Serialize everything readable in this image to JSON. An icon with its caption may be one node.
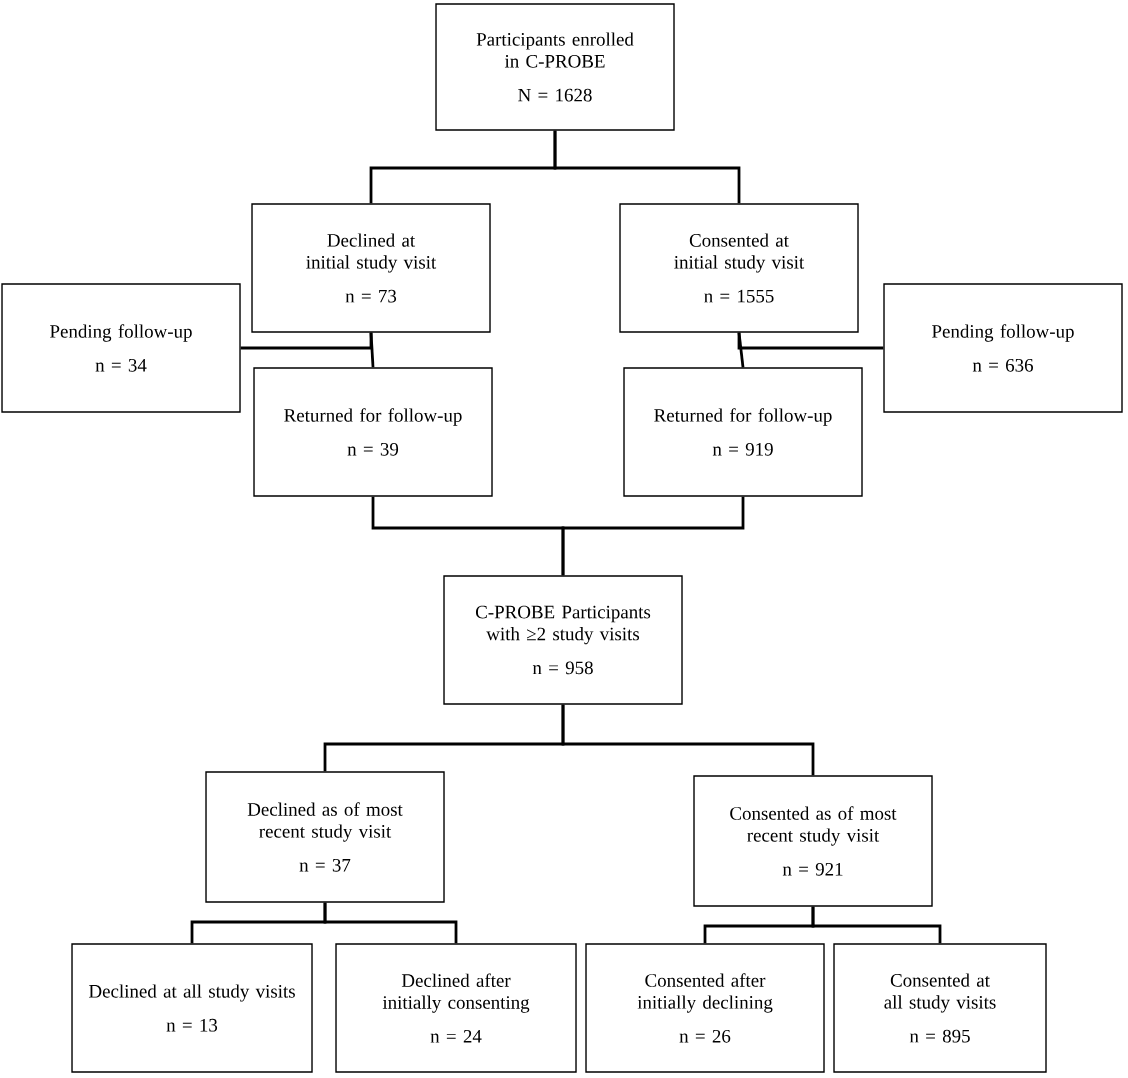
{
  "diagram": {
    "nodes": [
      {
        "text": [
          "Participants enrolled in C-PROBE",
          "N = 1628"
        ]
      },
      {
        "text": [
          "Declined at initial study visit",
          "n = 73"
        ]
      },
      {
        "text": [
          "Consented at initial study visit",
          "n = 1555"
        ]
      },
      {
        "text": [
          "Pending follow-up",
          "n = 34"
        ]
      },
      {
        "text": [
          "Returned for follow-up",
          "n = 39"
        ]
      },
      {
        "text": [
          "Returned for follow-up",
          "n = 919"
        ]
      },
      {
        "text": [
          "Pending follow-up",
          "n = 636"
        ]
      },
      {
        "text": [
          "C-PROBE Participants with ≥2 study visits",
          "n = 958"
        ]
      },
      {
        "text": [
          "Declined as of most recent study visit",
          "n = 37"
        ]
      },
      {
        "text": [
          "Consented as of most recent study visit",
          "n = 921"
        ]
      },
      {
        "text": [
          "Declined at all study visits",
          "n = 13"
        ]
      },
      {
        "text": [
          "Declined after initially consenting",
          "n = 24"
        ]
      },
      {
        "text": [
          "Consented after initially declining",
          "n = 26"
        ]
      },
      {
        "text": [
          "Consented at all study visits",
          "n = 895"
        ]
      }
    ],
    "edges": [
      {
        "from": 0,
        "to": 1,
        "arrow": "none"
      },
      {
        "from": 0,
        "to": 2,
        "arrow": "none"
      },
      {
        "from": 1,
        "to": 3,
        "arrow": "none"
      },
      {
        "from": 1,
        "to": 4,
        "arrow": "none"
      },
      {
        "from": 2,
        "to": 6,
        "arrow": "none"
      },
      {
        "from": 2,
        "to": 5,
        "arrow": "none"
      },
      {
        "from": 4,
        "to": 7,
        "arrow": "none"
      },
      {
        "from": 5,
        "to": 7,
        "arrow": "none"
      },
      {
        "from": 7,
        "to": 8,
        "arrow": "none"
      },
      {
        "from": 7,
        "to": 9,
        "arrow": "none"
      },
      {
        "from": 8,
        "to": 10,
        "arrow": "none"
      },
      {
        "from": 8,
        "to": 11,
        "arrow": "none"
      },
      {
        "from": 9,
        "to": 12,
        "arrow": "none"
      },
      {
        "from": 9,
        "to": 13,
        "arrow": "none"
      }
    ]
  }
}
